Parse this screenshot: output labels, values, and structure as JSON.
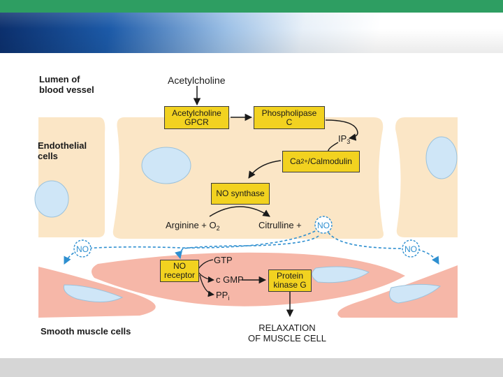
{
  "header": {
    "top_bar_color": "#2e9e62",
    "banner_colors": [
      "#0b2e6b",
      "#1c5aa8",
      "#9cc0e6",
      "#ffffff"
    ],
    "bottom_bar_color": "#d6d6d6"
  },
  "diagram": {
    "labels": {
      "lumen": "Lumen of\nblood vessel",
      "endothelial": "Endothelial\ncells",
      "smooth_muscle": "Smooth muscle cells",
      "acetylcholine": "Acetylcholine",
      "ip3": "IP",
      "ip3_sub": "3",
      "arginine": "Arginine + O",
      "arginine_sub": "2",
      "citrulline": "Citrulline +",
      "gtp": "GTP",
      "cgmp": "c GMP",
      "ppi": "PP",
      "ppi_sub": "i",
      "relaxation": "RELAXATION\nOF MUSCLE CELL"
    },
    "boxes": {
      "ach_gpcr": "Acetylcholine\nGPCR",
      "phospholipase": "Phospholipase\nC",
      "ca_calmodulin_pre": "Ca",
      "ca_calmodulin_sup": "2+",
      "ca_calmodulin_post": "/Calmodulin",
      "no_synthase": "NO synthase",
      "no_receptor": "NO\nreceptor",
      "protein_kinase": "Protein\nkinase G"
    },
    "no_label": "NO",
    "colors": {
      "endothelial_fill": "#fbe6c6",
      "nucleus_fill": "#cfe6f7",
      "muscle_fill": "#f6b7a8",
      "box_fill": "#f2d220",
      "no_dash": "#2e8fd0"
    }
  }
}
